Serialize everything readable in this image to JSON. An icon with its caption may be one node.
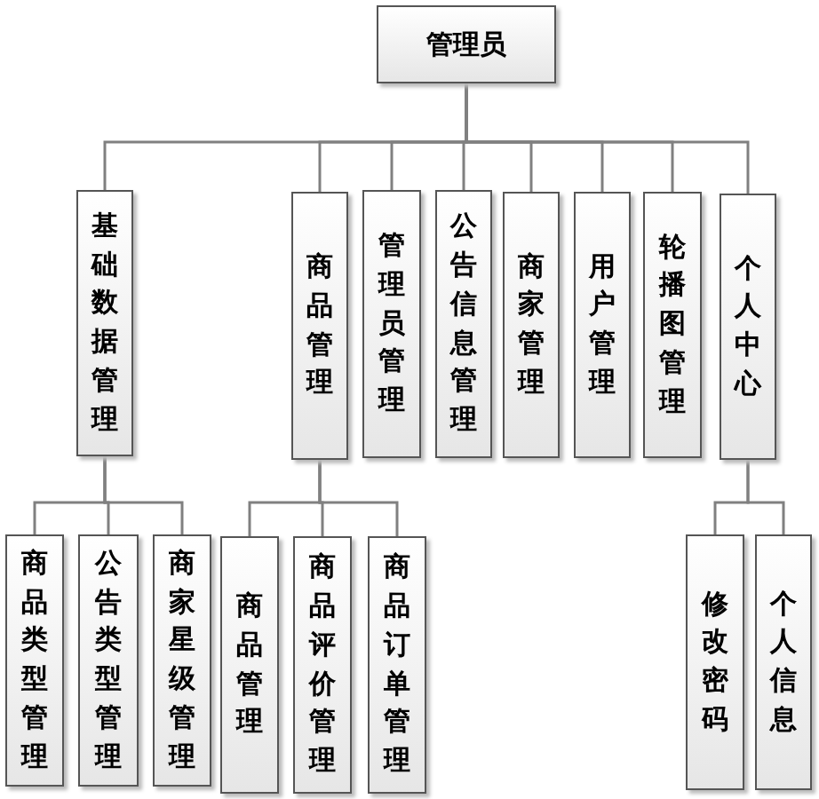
{
  "diagram": {
    "nodes": [
      {
        "text": [
          "管理员"
        ]
      },
      {
        "text": [
          "基础数据管理"
        ]
      },
      {
        "text": [
          "商品管理"
        ]
      },
      {
        "text": [
          "管理员管理"
        ]
      },
      {
        "text": [
          "公告信息管理"
        ]
      },
      {
        "text": [
          "商家管理"
        ]
      },
      {
        "text": [
          "用户管理"
        ]
      },
      {
        "text": [
          "轮播图管理"
        ]
      },
      {
        "text": [
          "个人中心"
        ]
      },
      {
        "text": [
          "商品类型管理"
        ]
      },
      {
        "text": [
          "公告类型管理"
        ]
      },
      {
        "text": [
          "商家星级管理"
        ]
      },
      {
        "text": [
          "商品管理"
        ]
      },
      {
        "text": [
          "商品评价管理"
        ]
      },
      {
        "text": [
          "商品订单管理"
        ]
      },
      {
        "text": [
          "修改密码"
        ]
      },
      {
        "text": [
          "个人信息"
        ]
      }
    ],
    "edges": [
      {
        "from": 0,
        "to": 1,
        "arrow": "none"
      },
      {
        "from": 0,
        "to": 2,
        "arrow": "none"
      },
      {
        "from": 0,
        "to": 3,
        "arrow": "none"
      },
      {
        "from": 0,
        "to": 4,
        "arrow": "none"
      },
      {
        "from": 0,
        "to": 5,
        "arrow": "none"
      },
      {
        "from": 0,
        "to": 6,
        "arrow": "none"
      },
      {
        "from": 0,
        "to": 7,
        "arrow": "none"
      },
      {
        "from": 0,
        "to": 8,
        "arrow": "none"
      },
      {
        "from": 1,
        "to": 9,
        "arrow": "none"
      },
      {
        "from": 1,
        "to": 10,
        "arrow": "none"
      },
      {
        "from": 1,
        "to": 11,
        "arrow": "none"
      },
      {
        "from": 2,
        "to": 12,
        "arrow": "none"
      },
      {
        "from": 2,
        "to": 13,
        "arrow": "none"
      },
      {
        "from": 2,
        "to": 14,
        "arrow": "none"
      },
      {
        "from": 8,
        "to": 15,
        "arrow": "none"
      },
      {
        "from": 8,
        "to": 16,
        "arrow": "none"
      }
    ]
  }
}
